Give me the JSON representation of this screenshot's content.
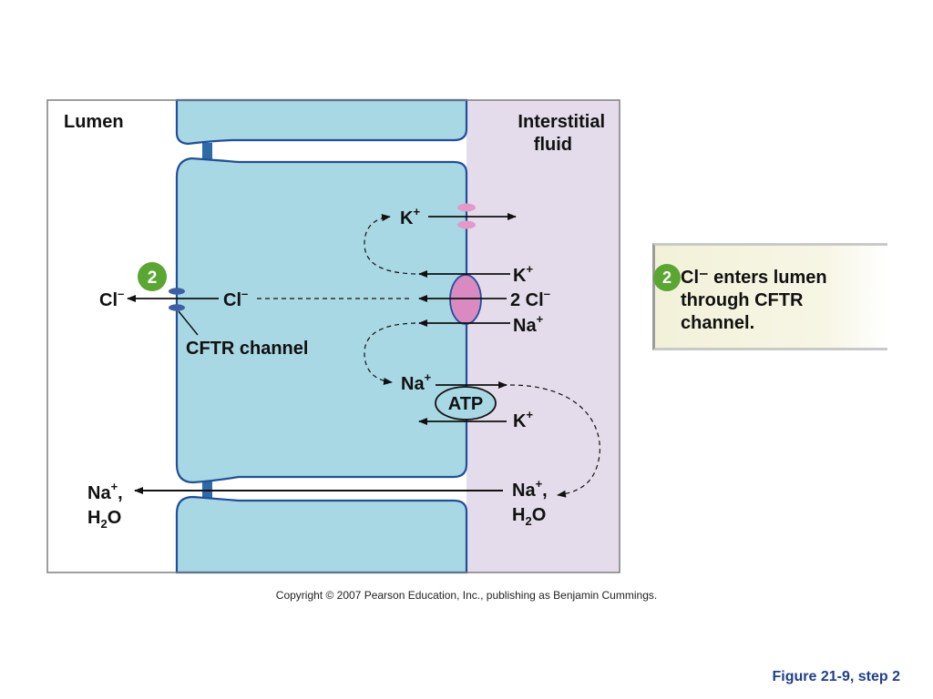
{
  "labels": {
    "lumen": "Lumen",
    "interstitial_line1": "Interstitial",
    "interstitial_line2": "fluid",
    "step_number": "2",
    "cl_lumen": "Cl",
    "cl_lumen_charge": "–",
    "cl_cell": "Cl",
    "cl_cell_charge": "–",
    "cftr_channel": "CFTR channel",
    "k_top": "K",
    "k_top_charge": "+",
    "k_cotransporter": "K",
    "k_cotransporter_charge": "+",
    "two_cl": "2 Cl",
    "two_cl_charge": "–",
    "na_cotransporter": "Na",
    "na_cotransporter_charge": "+",
    "na_pump": "Na",
    "na_pump_charge": "+",
    "atp": "ATP",
    "k_pump": "K",
    "k_pump_charge": "+",
    "na_h2o_left_na": "Na",
    "na_h2o_left_charge": "+",
    "na_h2o_left_comma": ",",
    "na_h2o_left_h": "H",
    "na_h2o_left_sub": "2",
    "na_h2o_left_o": "O",
    "na_h2o_right_na": "Na",
    "na_h2o_right_charge": "+",
    "na_h2o_right_comma": ",",
    "na_h2o_right_h": "H",
    "na_h2o_right_sub": "2",
    "na_h2o_right_o": "O"
  },
  "callout": {
    "step_number": "2",
    "text": "Cl⁻ enters lumen through CFTR channel."
  },
  "copyright": "Copyright © 2007 Pearson Education, Inc., publishing as Benjamin Cummings.",
  "figure_label": "Figure 21-9, step 2",
  "colors": {
    "cell": "#a8d8e3",
    "cell_stroke": "#1f4f9a",
    "interstitial": "#e4dcea",
    "cotransporter": "#d98ac0",
    "k_channel": "#e39acb",
    "cftr": "#3d5fa3",
    "step_badge": "#5aa632"
  }
}
